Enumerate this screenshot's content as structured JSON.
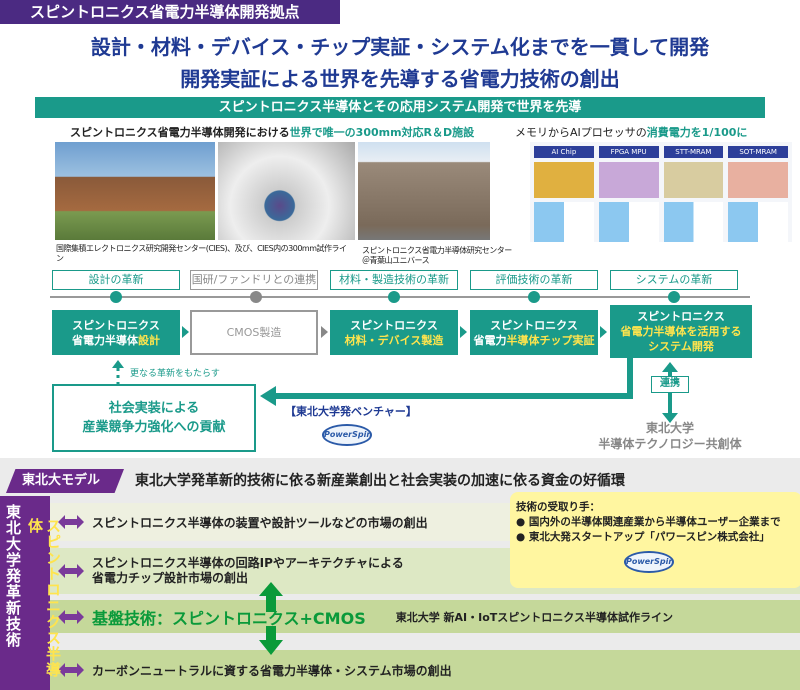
{
  "header": {
    "banner": "スピントロニクス省電力半導体開発拠点",
    "title_line1": "設計・材料・デバイス・チップ実証・システム化までを一貫して開発",
    "title_line2": "開発実証による世界を先導する省電力技術の創出",
    "section_bar": "スピントロニクス半導体とその応用システム開発で世界を先導"
  },
  "facilities": {
    "heading_prefix": "スピントロニクス省電力半導体開発における",
    "heading_highlight": "世界で唯一の300mm対応R＆D施設",
    "caption1": "国際集積エレクトロニクス研究開発センター(CIES)、及び、CIES内の300mm試作ライン",
    "caption2_line1": "スピントロニクス省電力半導体研究センター",
    "caption2_line2": "＠青葉山ユニバース"
  },
  "power": {
    "heading_prefix": "メモリからAIプロセッサの",
    "heading_highlight": "消費電力を1/100に",
    "chips": [
      "AI Chip",
      "FPGA MPU",
      "STT-MRAM",
      "SOT-MRAM"
    ]
  },
  "timeline": {
    "labels": [
      "設計の革新",
      "国研/ファンドリとの連携",
      "材料・製造技術の革新",
      "評価技術の革新",
      "システムの革新"
    ]
  },
  "process": [
    {
      "line1": "スピントロニクス",
      "line2a": "省電力半導体",
      "line2b": "設計"
    },
    {
      "line1": "CMOS製造"
    },
    {
      "line1": "スピントロニクス",
      "line2b": "材料・デバイス製造"
    },
    {
      "line1": "スピントロニクス",
      "line2a": "省電力",
      "line2b": "半導体チップ実証"
    },
    {
      "line1": "スピントロニクス",
      "line2b": "省電力半導体を活用する",
      "line3": "システム開発"
    }
  ],
  "feedback": {
    "further": "更なる革新をもたらす",
    "contribution_line1": "社会実装による",
    "contribution_line2": "産業競争力強化への貢献",
    "venture": "【東北大学発ベンチャー】",
    "logo": "PowerSpin",
    "collab": "連携",
    "partner_line1": "東北大学",
    "partner_line2": "半導体テクノロジー共創体"
  },
  "model": {
    "tag": "東北大モデル",
    "title": "東北大学発革新的技術に依る新産業創出と社会実装の加速に依る資金の好循環",
    "side_white": "東北大学発革新技術",
    "side_yellow": "スピントロニクス半導体",
    "rows": [
      "スピントロニクス半導体の装置や設計ツールなどの市場の創出",
      "スピントロニクス半導体の回路IPやアーキテクチャによる",
      "省電力チップ設計市場の創出",
      "基盤技術：スピントロニクス+CMOS",
      "東北大学 新AI・IoTスピントロニクス半導体試作ライン",
      "カーボンニュートラルに資する省電力半導体・システム市場の創出"
    ],
    "recipients_title": "技術の受取り手：",
    "recipients": [
      "● 国内外の半導体関連産業から半導体ユーザー企業まで",
      "● 東北大発スタートアップ「パワースピン株式会社」"
    ],
    "logo": "PowerSpin"
  },
  "colors": {
    "purple": "#4b2a82",
    "teal": "#1a9a8a",
    "navy": "#1f3a93",
    "green": "#0a9a3a",
    "yellow": "#fff6a0"
  }
}
